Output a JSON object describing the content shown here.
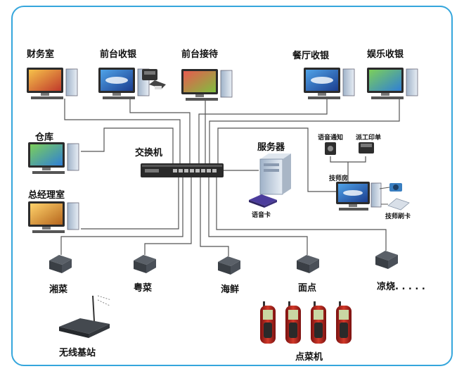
{
  "diagram": {
    "accent_border": "#35a6dc",
    "line_color": "#555555",
    "nodes": {
      "finance": "财务室",
      "front_cashier": "前台收银",
      "front_reception": "前台接待",
      "restaurant_cashier": "餐厅收银",
      "entertainment_cashier": "娱乐收银",
      "warehouse": "仓库",
      "gm_office": "总经理室",
      "switch": "交换机",
      "server": "服务器",
      "voice_card": "语音卡",
      "voice_notify": "语音通知",
      "dispatch_print": "派工印单",
      "technician_room": "技师房",
      "technician_card": "技师刷卡",
      "printer_hunan": "湘菜",
      "printer_cantonese": "粤菜",
      "printer_seafood": "海鲜",
      "printer_noodles": "面点",
      "printer_cold": "凉烧. . . . .",
      "wireless_base": "无线基站",
      "order_device": "点菜机"
    }
  }
}
